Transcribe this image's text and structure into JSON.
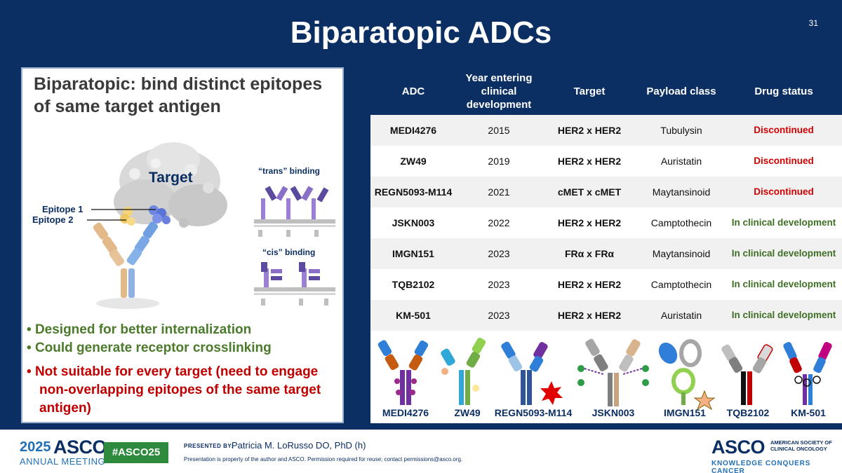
{
  "slide": {
    "title": "Biparatopic ADCs",
    "page_number": "31"
  },
  "left_panel": {
    "heading": "Biparatopic: bind distinct epitopes of same target antigen",
    "illustration": {
      "target_label": "Target",
      "epitope1_label": "Epitope 1",
      "epitope2_label": "Epitope 2",
      "trans_label": "“trans” binding",
      "cis_label": "“cis” binding"
    },
    "bullets_green": [
      "Designed for better internalization",
      "Could generate receptor crosslinking"
    ],
    "bullet_red": "Not suitable for every target (need to engage non-overlapping epitopes of the same target antigen)"
  },
  "table": {
    "headers": [
      "ADC",
      "Year entering clinical development",
      "Target",
      "Payload class",
      "Drug status"
    ],
    "rows": [
      {
        "adc": "MEDI4276",
        "year": "2015",
        "target": "HER2 x HER2",
        "payload": "Tubulysin",
        "status": "Discontinued",
        "status_kind": "disc"
      },
      {
        "adc": "ZW49",
        "year": "2019",
        "target": "HER2 x HER2",
        "payload": "Auristatin",
        "status": "Discontinued",
        "status_kind": "disc"
      },
      {
        "adc": "REGN5093-M114",
        "year": "2021",
        "target": "cMET x cMET",
        "payload": "Maytansinoid",
        "status": "Discontinued",
        "status_kind": "disc"
      },
      {
        "adc": "JSKN003",
        "year": "2022",
        "target": "HER2 x HER2",
        "payload": "Camptothecin",
        "status": "In clinical development",
        "status_kind": "dev"
      },
      {
        "adc": "IMGN151",
        "year": "2023",
        "target": "FRα x FRα",
        "payload": "Maytansinoid",
        "status": "In clinical development",
        "status_kind": "dev"
      },
      {
        "adc": "TQB2102",
        "year": "2023",
        "target": "HER2 x HER2",
        "payload": "Camptothecin",
        "status": "In clinical development",
        "status_kind": "dev"
      },
      {
        "adc": "KM-501",
        "year": "2023",
        "target": "HER2 x HER2",
        "payload": "Auristatin",
        "status": "In clinical development",
        "status_kind": "dev"
      }
    ]
  },
  "structure_labels": [
    "MEDI4276",
    "ZW49",
    "REGN5093-M114",
    "JSKN003",
    "IMGN151",
    "TQB2102",
    "KM-501"
  ],
  "footer": {
    "year": "2025",
    "asco": "ASCO",
    "annual_meeting": "ANNUAL MEETING",
    "hashtag": "#ASCO25",
    "presented_by": "PRESENTED BY:",
    "presenter": "Patricia M. LoRusso DO, PhD (h)",
    "note": "Presentation is property of the author and ASCO. Permission required for reuse; contact permissions@asco.org.",
    "society_asco": "ASCO",
    "society_name": "AMERICAN SOCIETY OF CLINICAL ONCOLOGY",
    "tagline": "KNOWLEDGE CONQUERS CANCER"
  },
  "colors": {
    "navy": "#0b2e63",
    "discontinued": "#d40000",
    "in_development": "#3f6f25",
    "bullet_green": "#4a7a2a",
    "bullet_red": "#c00000"
  }
}
